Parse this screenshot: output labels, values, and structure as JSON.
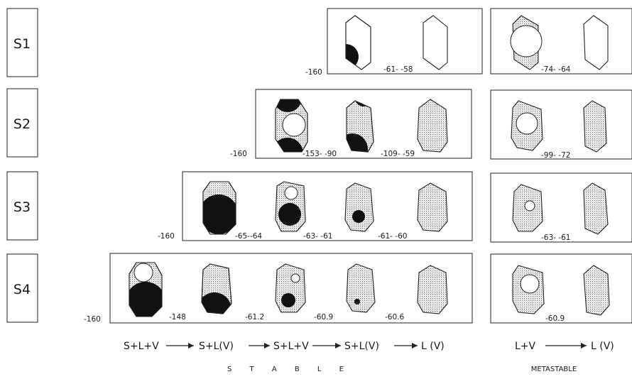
{
  "rows": [
    {
      "label": "S1",
      "stable": {
        "start": "-160",
        "temps": [
          "-61- -58"
        ]
      },
      "metastable": {
        "temps": [
          "-74- -64"
        ]
      }
    },
    {
      "label": "S2",
      "stable": {
        "start": "-160",
        "temps": [
          "-153- -90",
          "-109- -59"
        ]
      },
      "metastable": {
        "temps": [
          "-99- -72"
        ]
      }
    },
    {
      "label": "S3",
      "stable": {
        "start": "-160",
        "temps": [
          "-65--64",
          "-63- -61",
          "-61- -60"
        ]
      },
      "metastable": {
        "temps": [
          "-63- -61"
        ]
      }
    },
    {
      "label": "S4",
      "stable": {
        "start": "-160",
        "temps": [
          "-148",
          "-61.2",
          "-60.9",
          "-60.6"
        ]
      },
      "metastable": {
        "temps": [
          "-60.9"
        ]
      }
    }
  ],
  "stable_sequence": [
    "S+L+V",
    "S+L(V)",
    "S+L+V",
    "S+L(V)",
    "L (V)"
  ],
  "metastable_sequence": [
    "L+V",
    "L (V)"
  ],
  "stable_caption": "S T A B L E",
  "metastable_caption": "METASTABLE"
}
